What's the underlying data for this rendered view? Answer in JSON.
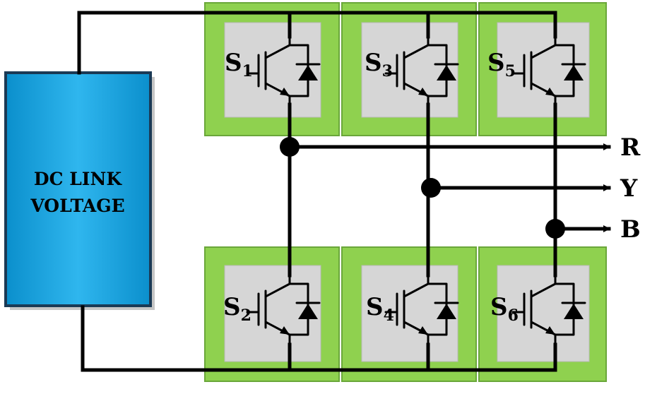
{
  "dc_link": {
    "line1": "DC LINK",
    "line2": "VOLTAGE",
    "color": "#1aa6e0"
  },
  "module_colors": {
    "outer": "#8fd14f",
    "inner": "#d6d6d6"
  },
  "switches": [
    {
      "id": "s1",
      "letter": "S",
      "sub": "1"
    },
    {
      "id": "s3",
      "letter": "S",
      "sub": "3"
    },
    {
      "id": "s5",
      "letter": "S",
      "sub": "5"
    },
    {
      "id": "s2",
      "letter": "S",
      "sub": "2"
    },
    {
      "id": "s4",
      "letter": "S",
      "sub": "4"
    },
    {
      "id": "s6",
      "letter": "S",
      "sub": "6"
    }
  ],
  "phases": [
    {
      "id": "r",
      "label": "R"
    },
    {
      "id": "y",
      "label": "Y"
    },
    {
      "id": "b",
      "label": "B"
    }
  ]
}
